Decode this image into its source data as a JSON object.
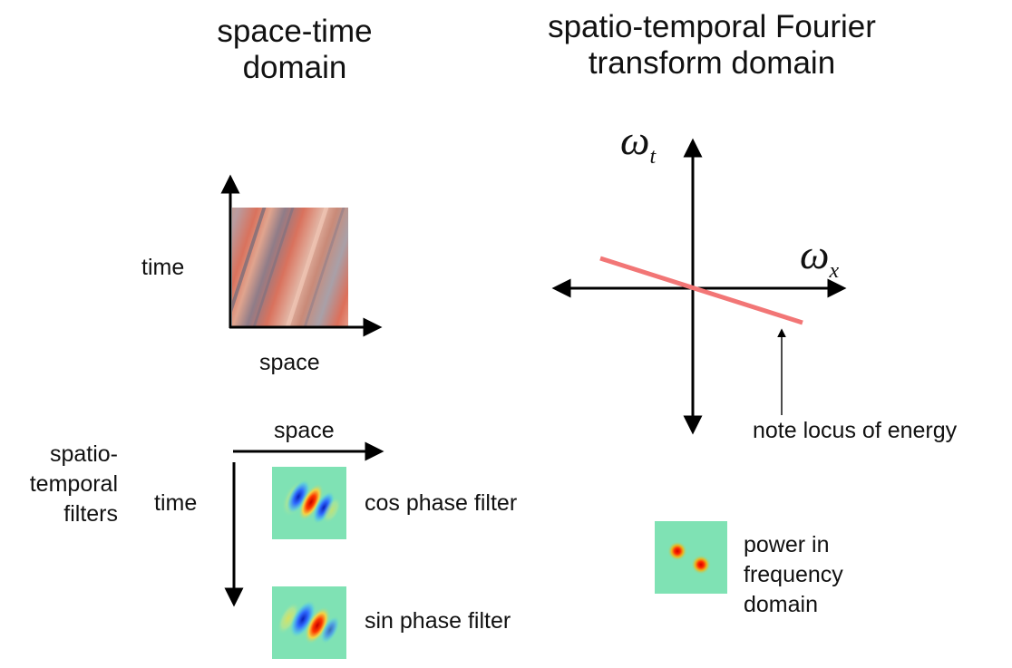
{
  "titles": {
    "left": [
      "space-time",
      "domain"
    ],
    "right": [
      "spatio-temporal Fourier",
      "transform domain"
    ]
  },
  "space_time_plot": {
    "y_label": "time",
    "x_label": "space"
  },
  "filters": {
    "section_label": [
      "spatio-",
      "temporal",
      "filters"
    ],
    "axis_x_label": "space",
    "axis_y_label": "time",
    "cos_label": "cos phase filter",
    "sin_label": "sin phase filter"
  },
  "fourier_plot": {
    "y_symbol": "ω",
    "y_subscript": "t",
    "x_symbol": "ω",
    "x_subscript": "x",
    "annotation": "note locus of energy",
    "line_color": "#f27676"
  },
  "power": {
    "label": [
      "power in",
      "frequency",
      "domain"
    ]
  },
  "colors": {
    "axis": "#000000",
    "stripe_base": "#d9725d",
    "filter_background": "#7fe2b4",
    "filter_positive": "#d40000",
    "filter_negative": "#1a3fd6"
  }
}
